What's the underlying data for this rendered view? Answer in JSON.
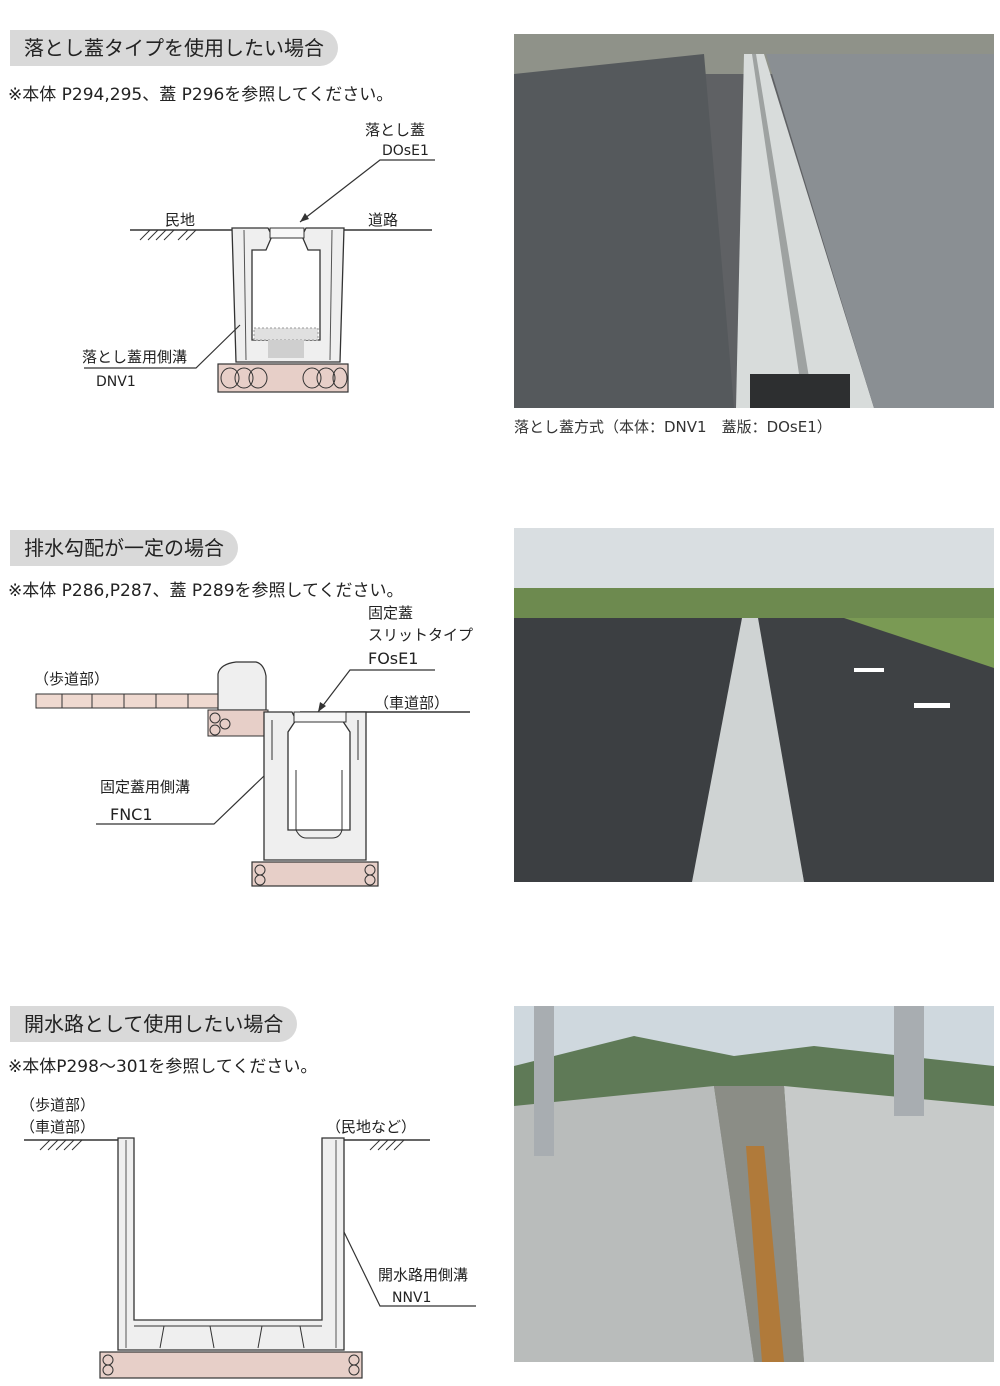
{
  "sections": [
    {
      "heading": "落とし蓋タイプを使用したい場合",
      "note": "※本体 P294,295、蓋 P296を参照してください。",
      "labels": {
        "cover_name": "落とし蓋",
        "cover_code": "DOsE1",
        "left_ground": "民地",
        "right_ground": "道路",
        "body_name": "落とし蓋用側溝",
        "body_code": "DNV1"
      },
      "caption": "落とし蓋方式（本体：DNV1　蓋版：DOsE1）",
      "photo_icon": "road-gutter-photo"
    },
    {
      "heading": "排水勾配が一定の場合",
      "note": "※本体 P286,P287、蓋 P289を参照してください。",
      "labels": {
        "cover_name_1": "固定蓋",
        "cover_name_2": "スリットタイプ",
        "cover_code": "FOsE1",
        "left_ground": "（歩道部）",
        "right_ground": "（車道部）",
        "body_name": "固定蓋用側溝",
        "body_code": "FNC1"
      },
      "photo_icon": "road-median-gutter-photo"
    },
    {
      "heading": "開水路として使用したい場合",
      "note": "※本体P298～301を参照してください。",
      "labels": {
        "left_ground_1": "（歩道部）",
        "left_ground_2": "（車道部）",
        "right_ground": "（民地など）",
        "body_name": "開水路用側溝",
        "body_code": "NNV1"
      },
      "photo_icon": "open-channel-photo"
    }
  ],
  "colors": {
    "heading_bg": "#d9d9d9",
    "concrete": "#efefef",
    "gravel_base": "#e7cfc8",
    "outline": "#333333"
  }
}
